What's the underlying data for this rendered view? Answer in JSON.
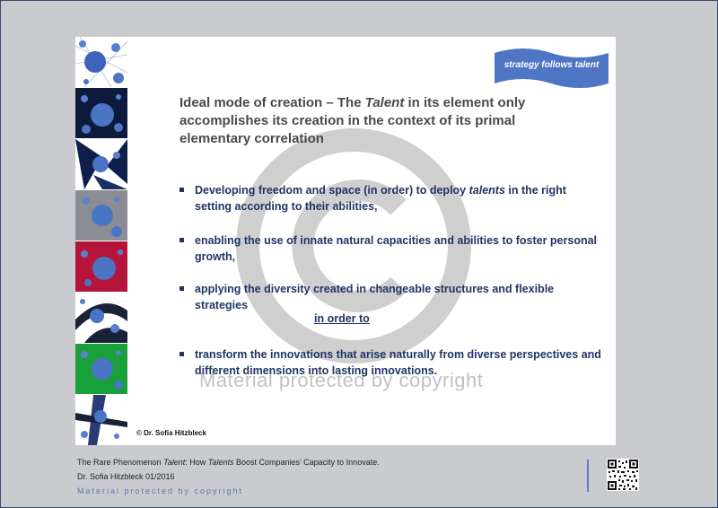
{
  "ribbon": {
    "text": "strategy follows talent"
  },
  "heading": {
    "part1": "Ideal mode of creation – The ",
    "talent": "Talent",
    "part2": " in its element only accomplishes its creation in the context of its primal elementary correlation"
  },
  "bullets": [
    {
      "before": "Developing freedom and space (in order) to deploy ",
      "emph": "talents",
      "after": " in the right setting according to their abilities,"
    },
    {
      "text": "enabling the use of innate natural capacities and abilities to foster personal growth,"
    },
    {
      "text": "applying the diversity created in changeable structures and flexible strategies"
    },
    {
      "text": "transform the innovations that arise naturally from diverse perspectives and different dimensions into lasting innovations."
    }
  ],
  "connector": "in order to",
  "watermark_text": "Material protected by copyright",
  "copyright_note": "© Dr. Sofia Hitzbleck",
  "footer": {
    "line1_a": "The Rare Phenomenon ",
    "line1_talent": "Talent",
    "line1_b": ": How ",
    "line1_talents": "Talents",
    "line1_c": " Boost Companies’ Capacity to Innovate.",
    "line2": "Dr. Sofia Hitzbleck 01/2016",
    "line3": "Material protected by copyright"
  },
  "tiles": [
    {
      "bg": "#ffffff",
      "accent": "#3f63b8"
    },
    {
      "bg": "#0d1a3c",
      "accent": "#4a74c4"
    },
    {
      "bg": "#ffffff",
      "accent": "#0d1f4a"
    },
    {
      "bg": "#8a8d93",
      "accent": "#4a74c4"
    },
    {
      "bg": "#b5153a",
      "accent": "#4a74c4"
    },
    {
      "bg": "#ffffff",
      "accent": "#1a2238"
    },
    {
      "bg": "#1aa03a",
      "accent": "#4a74c4"
    },
    {
      "bg": "#ffffff",
      "accent": "#2a3c78"
    }
  ],
  "colors": {
    "text_blue": "#1f3566",
    "ribbon": "#4e76c5",
    "watermark": "#cfcfcf"
  }
}
